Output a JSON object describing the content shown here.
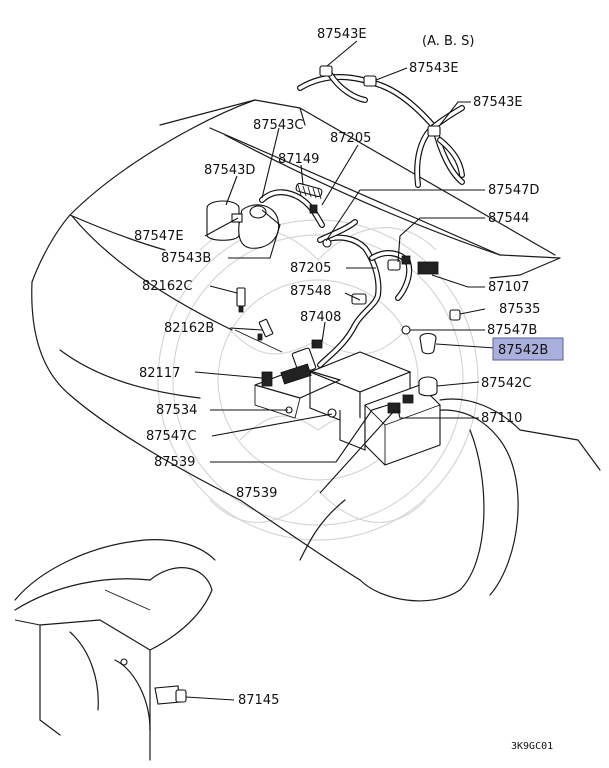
{
  "diagram": {
    "variant_note": "(A. B. S)",
    "figure_code": "3K9GC01",
    "highlight_color": "#aab0dc",
    "parts": [
      {
        "id": "p-87543e-1",
        "number": "87543E"
      },
      {
        "id": "p-87543e-2",
        "number": "87543E"
      },
      {
        "id": "p-87543e-3",
        "number": "87543E"
      },
      {
        "id": "p-87543c",
        "number": "87543C"
      },
      {
        "id": "p-87205-1",
        "number": "87205"
      },
      {
        "id": "p-87543d",
        "number": "87543D"
      },
      {
        "id": "p-87149",
        "number": "87149"
      },
      {
        "id": "p-87547d",
        "number": "87547D"
      },
      {
        "id": "p-87547e",
        "number": "87547E"
      },
      {
        "id": "p-87544",
        "number": "87544"
      },
      {
        "id": "p-87543b",
        "number": "87543B"
      },
      {
        "id": "p-87205-2",
        "number": "87205"
      },
      {
        "id": "p-87107",
        "number": "87107"
      },
      {
        "id": "p-82162c",
        "number": "82162C"
      },
      {
        "id": "p-87548",
        "number": "87548"
      },
      {
        "id": "p-87535",
        "number": "87535"
      },
      {
        "id": "p-87408",
        "number": "87408"
      },
      {
        "id": "p-82162b",
        "number": "82162B"
      },
      {
        "id": "p-87547b",
        "number": "87547B"
      },
      {
        "id": "p-87542b",
        "number": "87542B"
      },
      {
        "id": "p-82117",
        "number": "82117"
      },
      {
        "id": "p-87542c",
        "number": "87542C"
      },
      {
        "id": "p-87534",
        "number": "87534"
      },
      {
        "id": "p-87110",
        "number": "87110"
      },
      {
        "id": "p-87547c",
        "number": "87547C"
      },
      {
        "id": "p-87539-1",
        "number": "87539"
      },
      {
        "id": "p-87539-2",
        "number": "87539"
      },
      {
        "id": "p-87145",
        "number": "87145"
      }
    ]
  }
}
